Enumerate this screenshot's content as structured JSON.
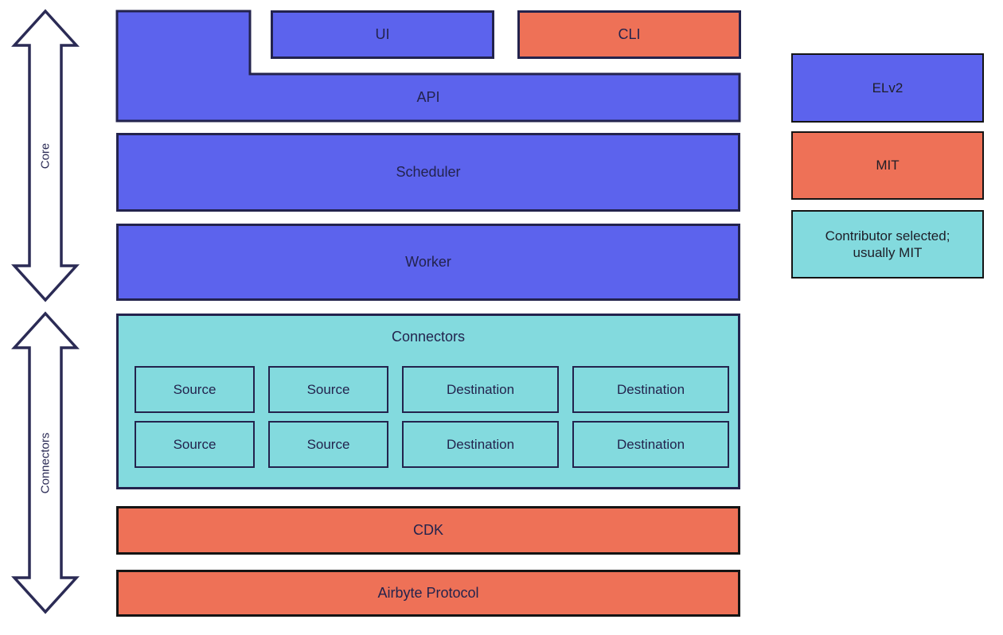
{
  "colors": {
    "blue": "#5c63ed",
    "orange": "#ee7157",
    "teal": "#83dade",
    "border_navy": "#23234d",
    "border_black": "#141414",
    "arrow_outline": "#2b2b55",
    "text": "#23234d",
    "background": "#ffffff"
  },
  "arrows": {
    "core_label": "Core",
    "connectors_label": "Connectors"
  },
  "stack": {
    "ui_label": "UI",
    "cli_label": "CLI",
    "api_label": "API",
    "scheduler_label": "Scheduler",
    "worker_label": "Worker",
    "connectors": {
      "title": "Connectors",
      "row1": [
        "Source",
        "Source",
        "Destination",
        "Destination"
      ],
      "row2": [
        "Source",
        "Source",
        "Destination",
        "Destination"
      ]
    },
    "cdk_label": "CDK",
    "protocol_label": "Airbyte Protocol"
  },
  "legend": {
    "items": [
      {
        "label": "ELv2",
        "color": "#5c63ed"
      },
      {
        "label": "MIT",
        "color": "#ee7157"
      },
      {
        "label": "Contributor selected; usually MIT",
        "color": "#83dade"
      }
    ]
  }
}
